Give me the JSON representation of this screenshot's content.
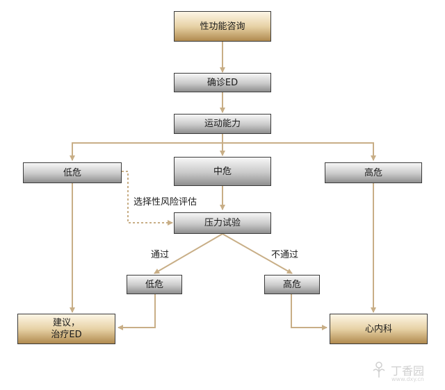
{
  "colors": {
    "connector": "#c8ae86",
    "border": "#3a3a3a",
    "gray_gradient": [
      "#f7f7f7",
      "#8f8f8f"
    ],
    "gold_gradient": [
      "#fdf6e6",
      "#b08a4f"
    ]
  },
  "nodes": {
    "consult": "性功能咨询",
    "diagnose": "确诊ED",
    "exercise": "运动能力",
    "low_risk": "低危",
    "mid_risk": "中危",
    "high_risk": "高危",
    "stress_test": "压力试验",
    "test_low": "低危",
    "test_high": "高危",
    "advice": "建议，\n治疗ED",
    "cardiology": "心内科"
  },
  "edge_labels": {
    "selective": "选择性风险评估",
    "pass": "通过",
    "fail": "不通过"
  },
  "watermark": {
    "name": "丁香园",
    "url": "www.dxy.cn"
  }
}
